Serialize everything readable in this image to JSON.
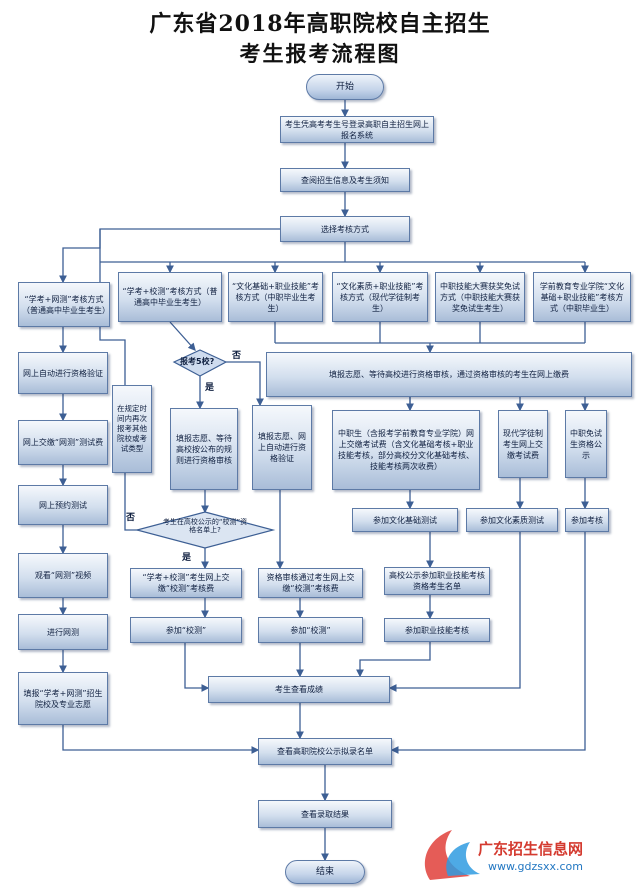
{
  "title": "广东省2018年高职院校自主招生",
  "subtitle": "考生报考流程图",
  "nodes": {
    "start": "开始",
    "login": "考生凭高考考生号登录高职自主招生网上报名系统",
    "info": "查阅招生信息及考生须知",
    "select": "选择考核方式",
    "m1": "“学考+网测”考核方式（普通高中毕业生考生）",
    "m2": "“学考+校测”考核方式（普通高中毕业生考生）",
    "m3": "“文化基础+职业技能”考核方式（中职毕业生考生）",
    "m4": "“文化素质+职业技能”考核方式（现代学徒制考生）",
    "m5": "中职技能大赛获奖免试方式（中职技能大赛获奖免试生考生）",
    "m6": "学前教育专业学院“文化基础+职业技能”考核方式（中职毕业生）",
    "left1": "网上自动进行资格验证",
    "left2": "网上交缴“网测”测试费",
    "left3": "网上预约测试",
    "left4": "观看“网测”视频",
    "left5": "进行网测",
    "left6": "填报“学考+网测”招生院校及专业志愿",
    "decision1": "报考5校?",
    "yes": "是",
    "no": "否",
    "redo": "在规定时间内再次报考其他院校或考试类型",
    "fill_left": "填报志愿、等待高校按公布的规则进行资格审核",
    "decision2": "考生在高校公示的“校测”资格名单上?",
    "fill_mid": "填报志愿、网上自动进行资格验证",
    "fill_wide": "填报志愿、等待高校进行资格审核，通过资格审核的考生在网上缴费",
    "midschool": "中职生（含报考学前教育专业学院）网上交缴考试费（含文化基础考核+职业技能考核，部分高校分文化基础考核、技能考核两次收费）",
    "appr": "现代学徒制考生网上交缴考试费",
    "exempt": "中职免试生资格公示",
    "pay_left": "“学考+校测”考生网上交缴“校测”考核费",
    "pay_mid": "资格审核通过考生网上交缴“校测”考核费",
    "join_base": "参加文化基础测试",
    "join_quality": "参加文化素质测试",
    "join_exam": "参加考核",
    "publicize": "高校公示参加职业技能考核资格考生名单",
    "join_skill": "参加职业技能考核",
    "join_school1": "参加“校测”",
    "join_school2": "参加“校测”",
    "scores": "考生查看成绩",
    "admit_list": "查看高职院校公示拟录名单",
    "result": "查看录取结果",
    "end": "结束"
  },
  "watermark": {
    "name": "广东招生信息网",
    "url": "www.gdzsxx.com"
  }
}
